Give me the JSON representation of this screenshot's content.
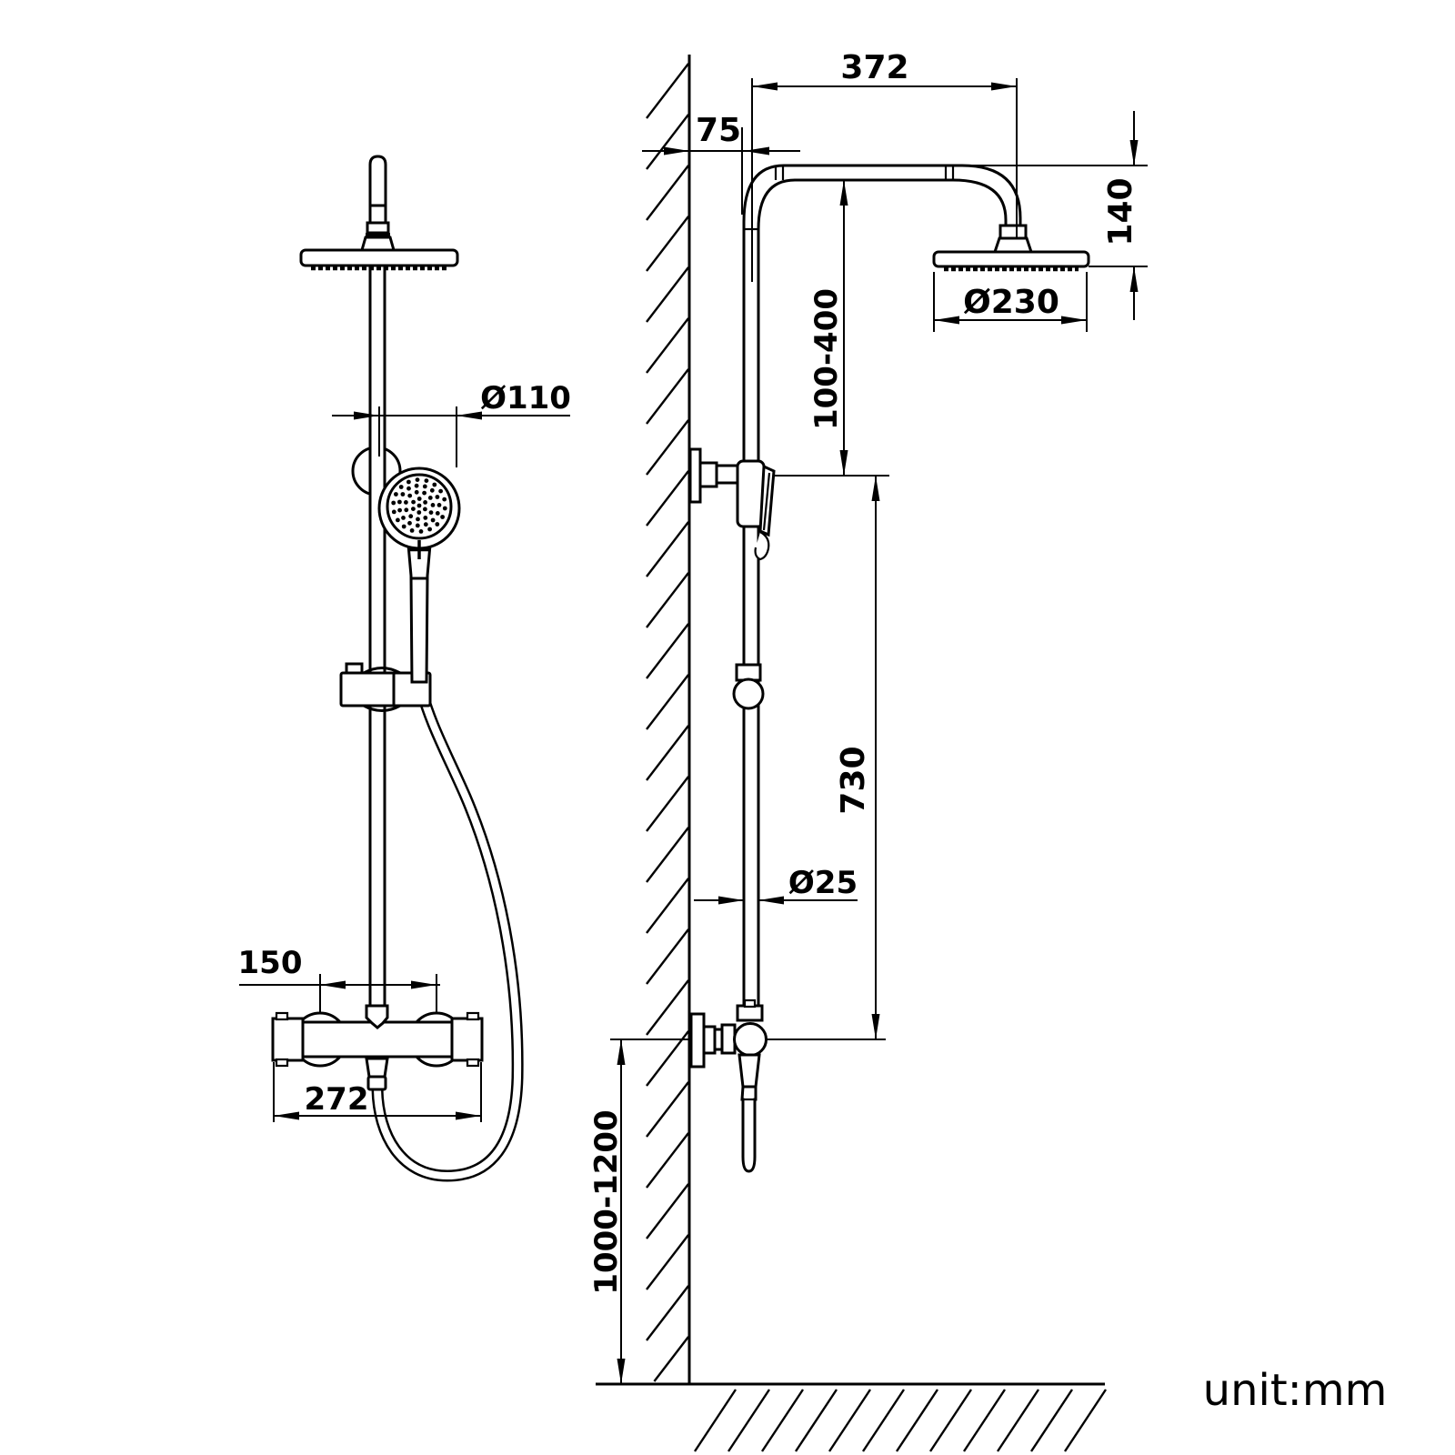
{
  "drawing": {
    "unit_note": "unit:mm",
    "dimensions": {
      "arm_reach": "372",
      "wall_offset": "75",
      "head_height": "140",
      "rain_head_diameter": "Ø230",
      "adjustable_range": "100-400",
      "slide_bar_height": "730",
      "pipe_diameter": "Ø25",
      "valve_install_height": "1000-1200",
      "hand_shower_diameter": "Ø110",
      "inlet_center_distance": "150",
      "valve_body_width": "272"
    }
  }
}
